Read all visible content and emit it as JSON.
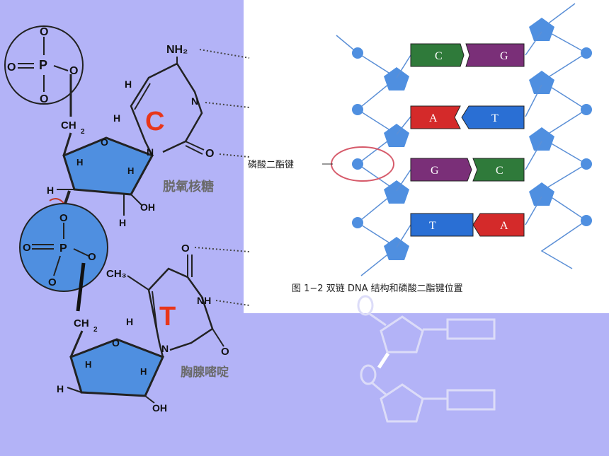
{
  "left_molecule": {
    "phosphate_atoms": {
      "o_top": "O",
      "o_left": "O",
      "p": "P",
      "o_right": "O",
      "o_bottom": "O"
    },
    "phosphate2_atoms": {
      "o_top": "O",
      "o_left": "O",
      "p": "P",
      "o_right": "O",
      "o_bottom": "O"
    },
    "ch2_top": "CH",
    "ch2_top_sub": "2",
    "ch2_bottom": "CH",
    "ch2_bottom_sub": "2",
    "base_letter_top": "C",
    "base_letter_bottom": "T",
    "nh2": "NH₂",
    "nh": "NH",
    "ch3": "CH₃",
    "h_labels": "H",
    "n_label": "N",
    "o_label": "O",
    "oh_label": "OH",
    "sugar_label_top": "脱氧核糖",
    "sugar_label_bottom": "胸腺嘧啶"
  },
  "dna_figure": {
    "pairs": [
      {
        "left": "C",
        "right": "G",
        "left_color": "#2f7a3a",
        "right_color": "#7a2f78"
      },
      {
        "left": "A",
        "right": "T",
        "left_color": "#d42a2a",
        "right_color": "#2a6fd4"
      },
      {
        "left": "G",
        "right": "C",
        "left_color": "#7a2f78",
        "right_color": "#2f7a3a"
      },
      {
        "left": "T",
        "right": "A",
        "left_color": "#2a6fd4",
        "right_color": "#d42a2a"
      }
    ],
    "bond_label": "磷酸二酯键",
    "caption": "图 1−2    双链 DNA 结构和磷酸二酯键位置"
  },
  "colors": {
    "background": "#b3b3f7",
    "sugar_fill": "#4f8fe0",
    "phosphate_fill": "#5f9be0",
    "base_letter": "#e8361a",
    "bond_circle": "#d65a6a"
  }
}
